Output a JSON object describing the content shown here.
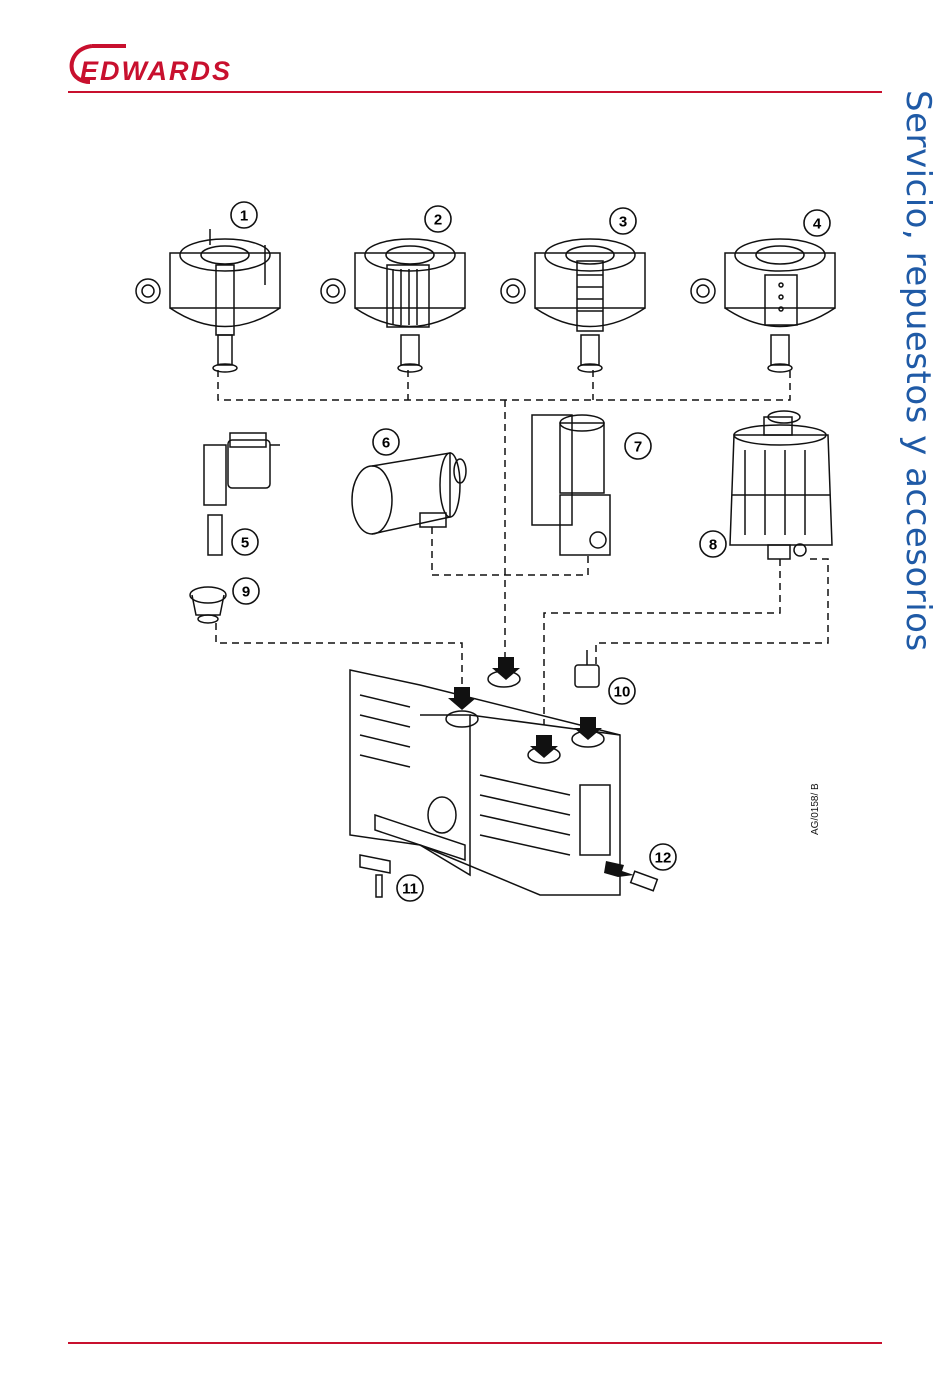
{
  "header": {
    "logo_text": "EDWARDS",
    "brand_color": "#c8102e"
  },
  "side_title": "Servicio, repuestos y accesorios",
  "side_title_color": "#1f5aa6",
  "figure": {
    "reference": "AG/0158/ B",
    "callouts": [
      "1",
      "2",
      "3",
      "4",
      "5",
      "6",
      "7",
      "8",
      "9",
      "10",
      "11",
      "12"
    ]
  }
}
